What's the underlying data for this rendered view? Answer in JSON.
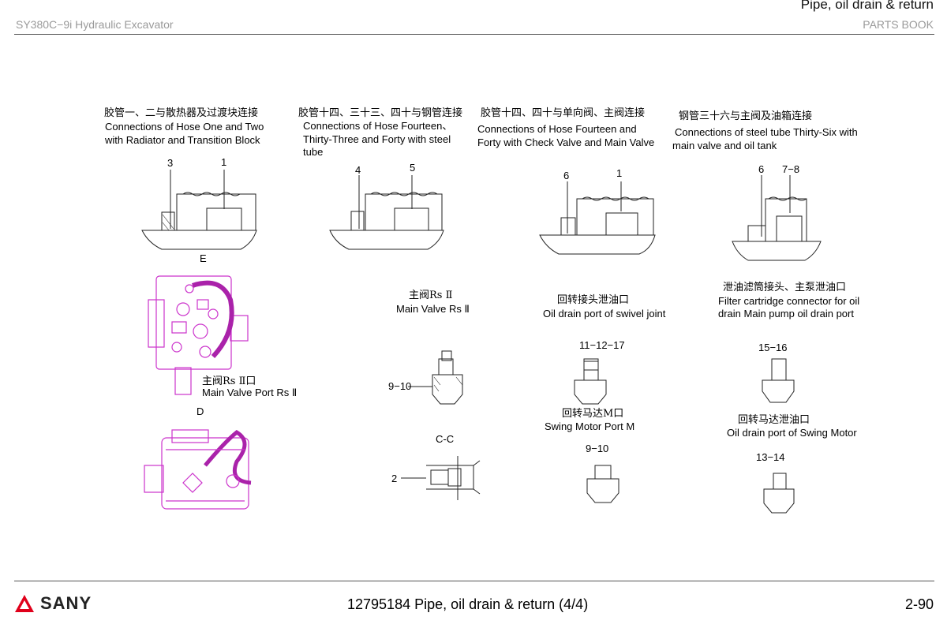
{
  "header": {
    "model": "SY380C−9i Hydraulic Excavator",
    "section": "Pipe, oil drain & return",
    "book": "PARTS BOOK"
  },
  "footer": {
    "brand": "SANY",
    "title": "12795184 Pipe, oil drain & return (4/4)",
    "page": "2-90"
  },
  "details": {
    "d1": {
      "cn": "胶管一、二与散热器及过渡块连接",
      "en1": "Connections of Hose One  and Two",
      "en2": "with Radiator  and Transition Block",
      "a": "3",
      "b": "1"
    },
    "d2": {
      "cn": "胶管十四、三十三、四十与钢管连接",
      "en1": "Connections of Hose Fourteen、",
      "en2": "Thirty-Three and Forty  with steel",
      "en3": "tube",
      "a": "4",
      "b": "5"
    },
    "d3": {
      "cn": "胶管十四、四十与单向阀、主阀连接",
      "en1": "Connections of Hose Fourteen  and",
      "en2": "Forty with Check Valve and  Main Valve",
      "a": "6",
      "b": "1"
    },
    "d4": {
      "cn": "钢管三十六与主阀及油箱连接",
      "en1": "Connections of steel tube Thirty-Six with",
      "en2": "main valve and oil tank",
      "a": "6",
      "b": "7−8"
    }
  },
  "views": {
    "e": "E",
    "d": "D",
    "cc": "C-C",
    "port_cn": "主阀Rs Ⅱ口",
    "port_en": "Main Valve Port Rs Ⅱ"
  },
  "ports": {
    "mv_cn": "主阀Rs Ⅱ",
    "mv_en": "Main Valve  Rs Ⅱ",
    "mv_n": "9−10",
    "cc_n": "2",
    "sw_cn": "回转接头泄油口",
    "sw_en": "Oil drain port of swivel joint",
    "sw_n": "11−12−17",
    "fc_cn": "泄油滤筒接头、主泵泄油口",
    "fc_en1": "Filter cartridge connector for oil",
    "fc_en2": "drain Main pump oil drain port",
    "fc_n": "15−16",
    "sm_cn": "回转马达M口",
    "sm_en": "Swing Motor Port M",
    "sm_n": "9−10",
    "od_cn": "回转马达泄油口",
    "od_en": "Oil drain port of Swing Motor",
    "od_n": "13−14"
  },
  "colors": {
    "brand": "#e0001b",
    "drawing_magenta": "#cc33cc"
  }
}
